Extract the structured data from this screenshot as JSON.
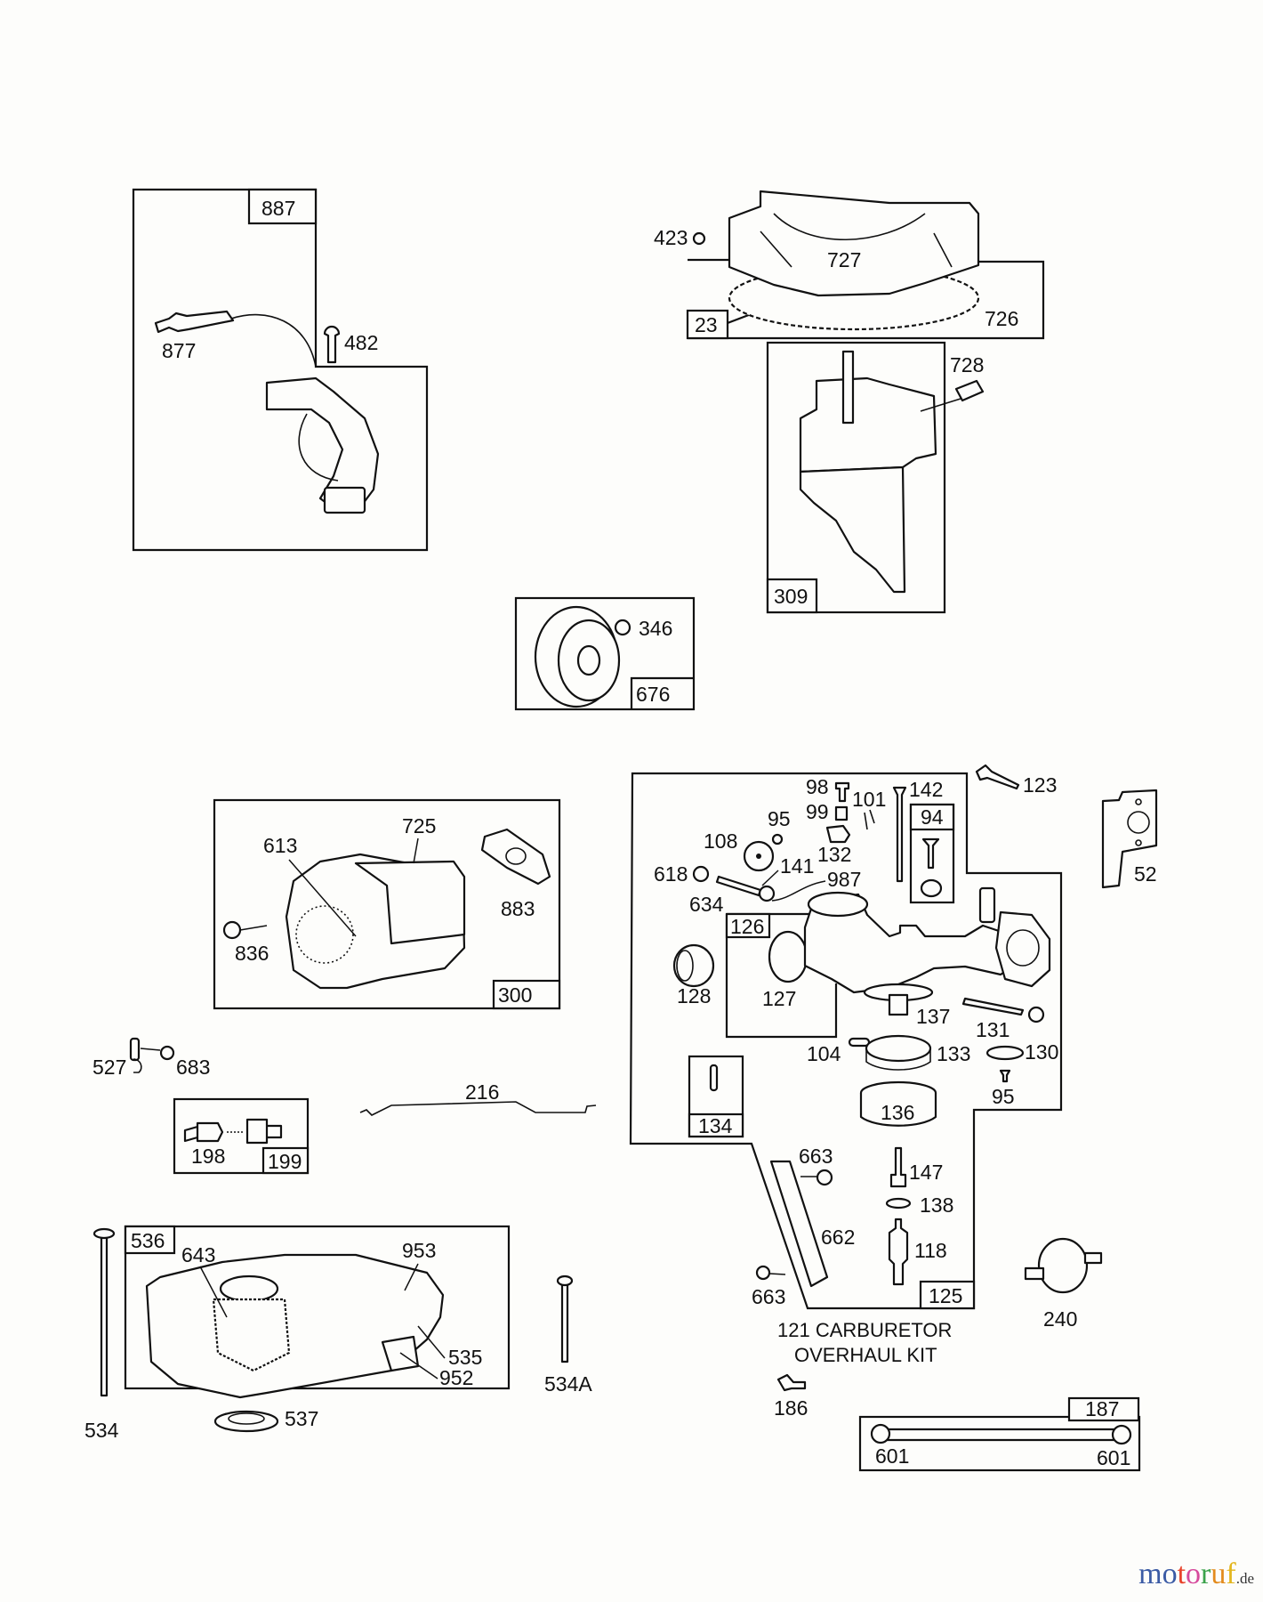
{
  "diagram": {
    "title": "Engine parts exploded view",
    "groups": {
      "ignition": {
        "box_tag": "887",
        "labels": [
          "877",
          "482"
        ]
      },
      "flywheel": {
        "box_tag": "23",
        "labels": [
          "423",
          "727",
          "726"
        ]
      },
      "starter": {
        "box_tag": "309",
        "labels": [
          "728"
        ]
      },
      "pulley": {
        "box_tag": "676",
        "labels": [
          "346"
        ]
      },
      "muffler": {
        "box_tag": "300",
        "labels": [
          "613",
          "725",
          "883",
          "836"
        ]
      },
      "carburetor": {
        "box_tag": "125",
        "sub_tags": [
          "94",
          "126",
          "134"
        ],
        "labels": [
          "123",
          "98",
          "99",
          "101",
          "142",
          "95",
          "108",
          "132",
          "618",
          "141",
          "987",
          "634",
          "128",
          "127",
          "137",
          "131",
          "104",
          "133",
          "130",
          "95",
          "136",
          "663",
          "147",
          "138",
          "662",
          "118",
          "663"
        ]
      },
      "gasket": {
        "labels": [
          "52"
        ]
      },
      "linkage": {
        "labels": [
          "527",
          "683",
          "216"
        ]
      },
      "fuel_valve": {
        "box_tag": "199",
        "labels": [
          "198"
        ]
      },
      "fuel_tank": {
        "box_tag": "536",
        "labels": [
          "643",
          "953",
          "535",
          "952",
          "534",
          "534A",
          "537"
        ]
      },
      "misc": {
        "labels": [
          "240",
          "186"
        ]
      },
      "fuel_line": {
        "box_tag": "187",
        "labels": [
          "601",
          "601"
        ]
      }
    },
    "kit_note": {
      "line1": "121 CARBURETOR",
      "line2": "OVERHAUL KIT"
    }
  },
  "watermark": {
    "letters": [
      "m",
      "o",
      "t",
      "o",
      "r",
      "u",
      "f"
    ],
    "colors": [
      "#3b5ba5",
      "#3b5ba5",
      "#e8432b",
      "#d64a9c",
      "#3aa24a",
      "#e38b1d",
      "#e3b61d"
    ],
    "tld": ".de"
  }
}
